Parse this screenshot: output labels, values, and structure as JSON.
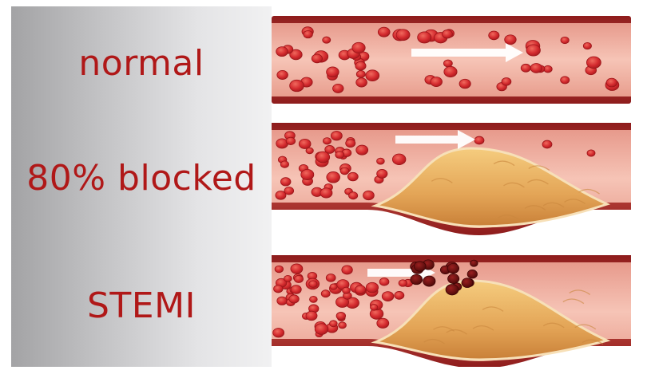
{
  "labels": {
    "normal": "normal",
    "blocked": "80% blocked",
    "stemi": "STEMI"
  },
  "colors": {
    "label_red": "#b01818",
    "vessel_wall": "#a62a2a",
    "vessel_lumen": "#efb0a2",
    "blood_cell": "#d42a2e",
    "plaque": "#e9b062",
    "clot": "#6e1010",
    "arrow": "#ffffff"
  },
  "panels": [
    {
      "name": "normal",
      "plaque": false,
      "clot": false
    },
    {
      "name": "80% blocked",
      "plaque": true,
      "clot": false
    },
    {
      "name": "STEMI",
      "plaque": true,
      "clot": true
    }
  ]
}
